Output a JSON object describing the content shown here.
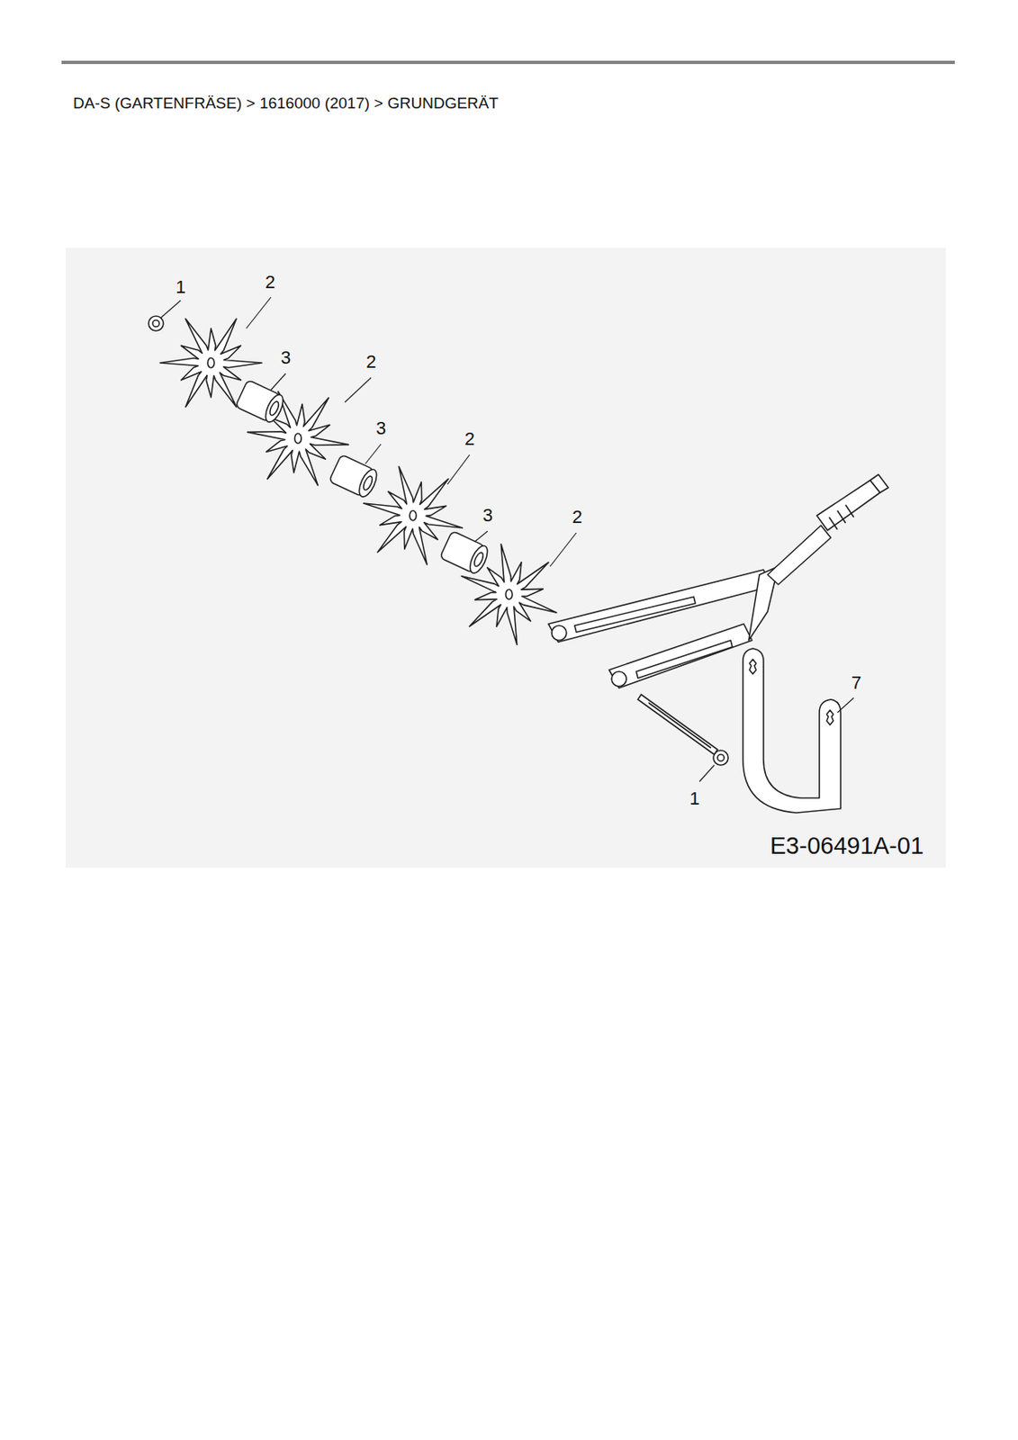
{
  "diagram": {
    "title": "DA-S (GARTENFRÄSE)  >  1616000 (2017)  >  GRUNDGERÄT",
    "labels": [
      "1",
      "2",
      "3",
      "2",
      "3",
      "2",
      "3",
      "2",
      "7",
      "1",
      "E3-06491A-01"
    ]
  }
}
